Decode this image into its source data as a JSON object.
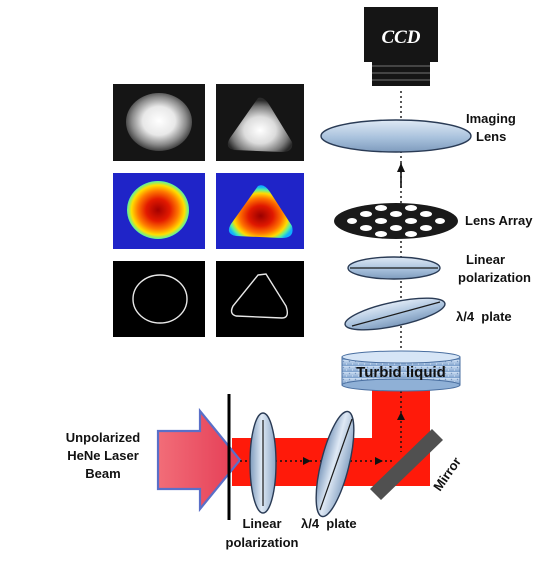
{
  "labels": {
    "ccd": "CCD",
    "imaging_lens_1": "Imaging",
    "imaging_lens_2": "Lens",
    "lens_array": "Lens Array",
    "linear_pol_top_1": "Linear",
    "linear_pol_top_2": "polarization",
    "qwp_top": "λ/4  plate",
    "turbid": "Turbid liquid",
    "source_1": "Unpolarized",
    "source_2": "HeNe Laser",
    "source_3": "Beam",
    "linear_pol_bottom_1": "Linear",
    "linear_pol_bottom_2": "polarization",
    "qwp_bottom": "λ/4  plate",
    "mirror": "Mirror"
  },
  "colors": {
    "beam": "#ff1a0a",
    "optic_fill": "#a9c2dd",
    "optic_stroke": "#2a3b55",
    "ccd_body": "#151515",
    "arrow_fill": "#ee5a6a",
    "arrow_stroke": "#5a6fc8",
    "mirror": "#505050",
    "jet_background": "#1f24c8"
  },
  "image_panels": {
    "rows": [
      "grayscale intensity",
      "false-color (jet) map",
      "edge contour"
    ],
    "columns": [
      "circle",
      "triangle"
    ]
  }
}
